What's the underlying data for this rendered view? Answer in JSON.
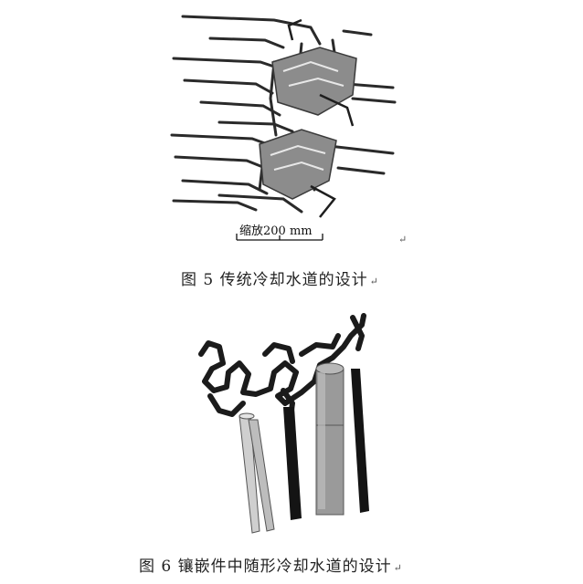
{
  "figure5": {
    "scale_label": "缩放200 mm",
    "caption": "图 5 传统冷却水道的设计",
    "return_mark": "↵"
  },
  "figure6": {
    "caption": "图 6 镶嵌件中随形冷却水道的设计",
    "return_mark": "↵"
  }
}
